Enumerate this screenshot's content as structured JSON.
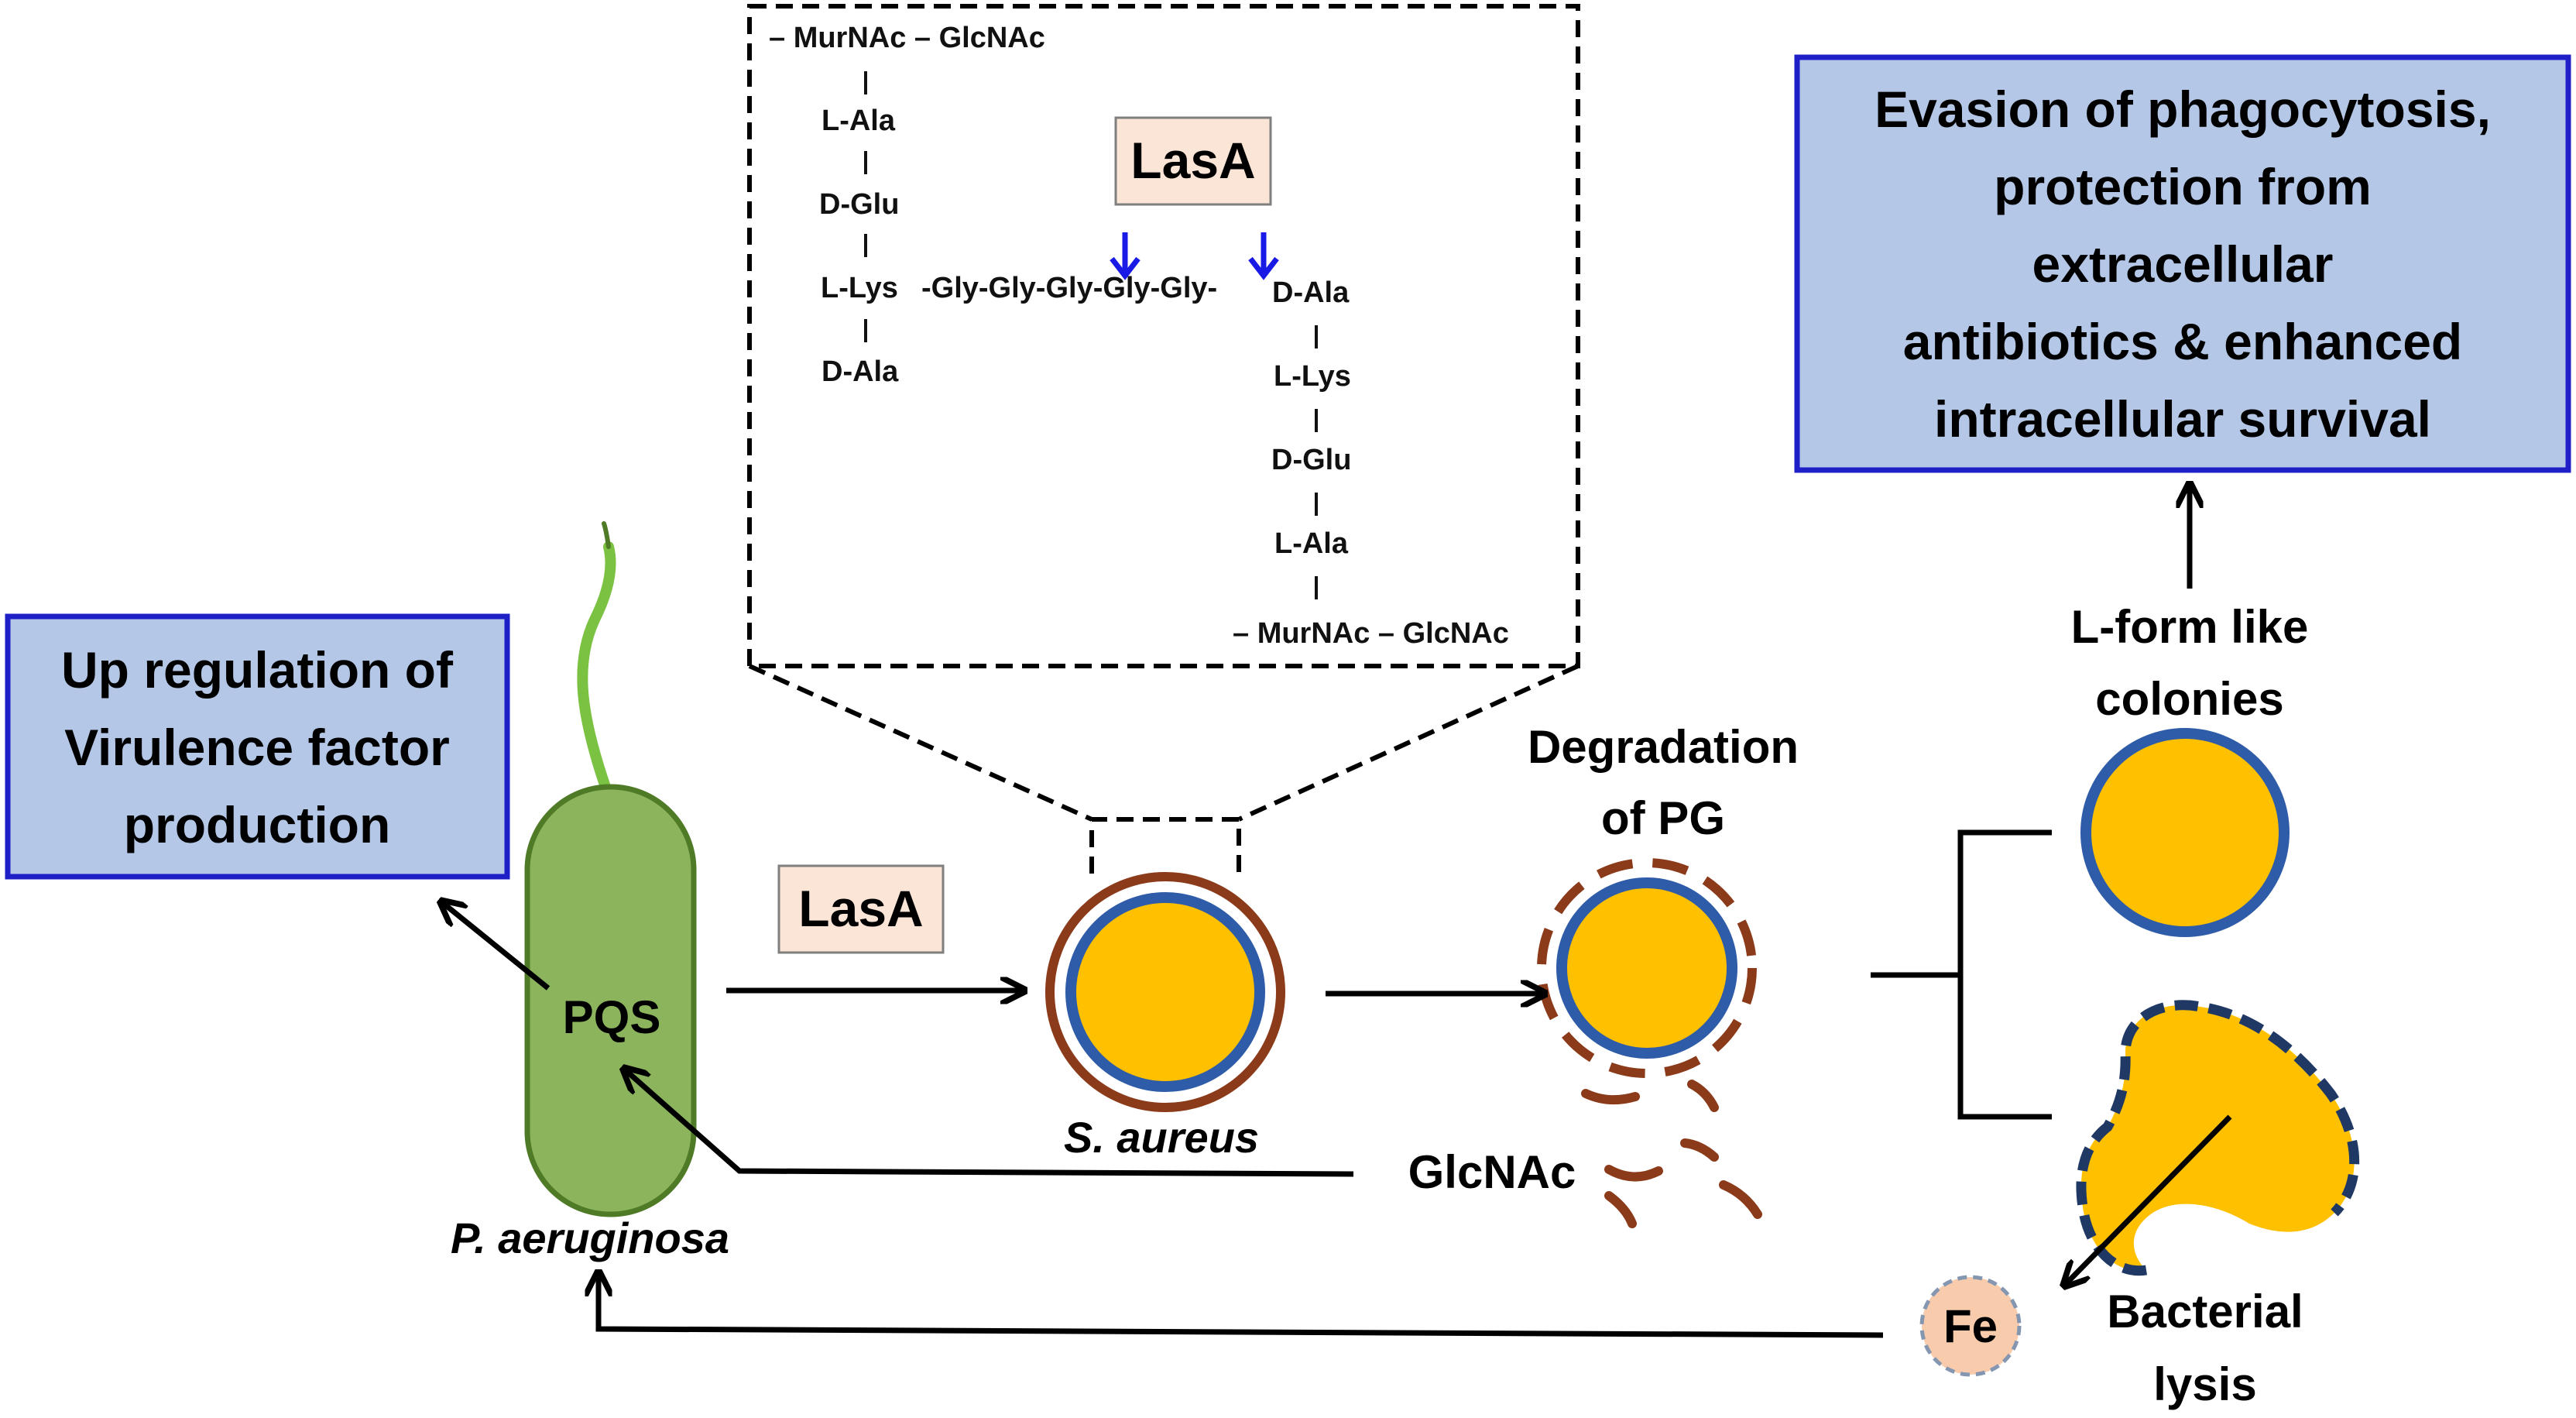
{
  "peptidoglycan": {
    "top_glycan": "– MurNAc – GlcNAc",
    "left_chain": [
      "L-Ala",
      "D-Glu",
      "L-Lys",
      "D-Ala"
    ],
    "bridge": "-Gly-Gly-Gly-Gly-Gly-",
    "right_chain": [
      "D-Ala",
      "L-Lys",
      "D-Glu",
      "L-Ala"
    ],
    "bottom_glycan": "– MurNAc – GlcNAc",
    "enzyme_label": "LasA"
  },
  "left_box": {
    "lines": [
      "Up regulation of",
      "Virulence factor",
      "production"
    ]
  },
  "right_box": {
    "lines": [
      "Evasion of phagocytosis,",
      "protection from",
      "extracellular",
      "antibiotics & enhanced",
      "intracellular survival"
    ]
  },
  "labels": {
    "pqs": "PQS",
    "p_aeruginosa": "P. aeruginosa",
    "lasa": "LasA",
    "s_aureus": "S. aureus",
    "degradation": [
      "Degradation",
      "of PG"
    ],
    "glcnac": "GlcNAc",
    "lform": [
      "L-form like",
      "colonies"
    ],
    "lysis": [
      "Bacterial",
      "lysis"
    ],
    "fe": "Fe"
  },
  "colors": {
    "bacterium_fill": "#8bb45d",
    "bacterium_stroke": "#4f7a26",
    "flagellum": "#7bc142",
    "cell_fill": "#ffc000",
    "membrane": "#2f5ca8",
    "cell_wall": "#8b3a1a",
    "box_fill": "#b4c7e7",
    "box_stroke": "#1f1fc8",
    "enzyme_fill": "#fbe5d6",
    "cleavage_arrow": "#1a1ae6",
    "fe_fill": "#f8cbad",
    "fe_stroke": "#8496b0"
  }
}
